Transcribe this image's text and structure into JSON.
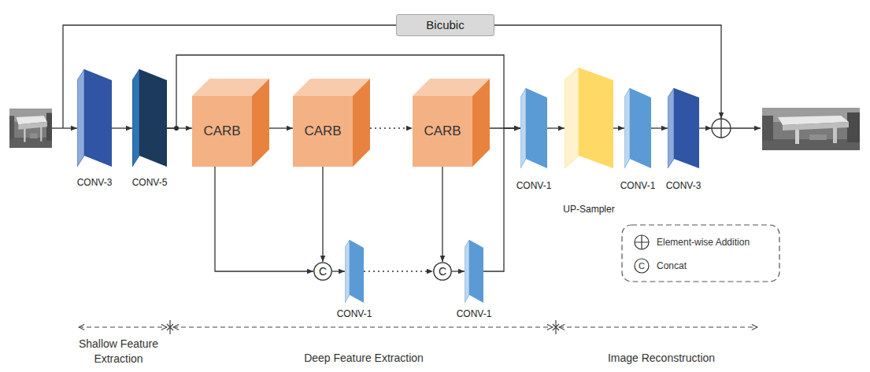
{
  "diagram": {
    "nodes": [
      {
        "text": [
          "Bicubic"
        ]
      },
      {
        "text": [
          "CONV-3"
        ]
      },
      {
        "text": [
          "CONV-5"
        ]
      },
      {
        "text": [
          "CARB"
        ]
      },
      {
        "text": [
          "CARB"
        ]
      },
      {
        "text": [
          "CARB"
        ]
      },
      {
        "text": [
          "C"
        ]
      },
      {
        "text": [
          "CONV-1"
        ]
      },
      {
        "text": [
          "C"
        ]
      },
      {
        "text": [
          "CONV-1"
        ]
      },
      {
        "text": [
          "CONV-1"
        ]
      },
      {
        "text": [
          "UP-Sampler"
        ]
      },
      {
        "text": [
          "CONV-1"
        ]
      },
      {
        "text": [
          "CONV-3"
        ]
      }
    ],
    "edges": [
      {
        "from": 1,
        "to": 2,
        "arrow": "to"
      },
      {
        "from": 2,
        "to": 3,
        "arrow": "to"
      },
      {
        "from": 3,
        "to": 4,
        "arrow": "to"
      },
      {
        "from": 4,
        "to": 5,
        "arrow": "to"
      },
      {
        "from": 5,
        "to": 10,
        "arrow": "to"
      },
      {
        "from": 2,
        "to": 10,
        "arrow": "to"
      },
      {
        "from": 3,
        "to": 6,
        "arrow": "to"
      },
      {
        "from": 4,
        "to": 6,
        "arrow": "to"
      },
      {
        "from": 6,
        "to": 7,
        "arrow": "to"
      },
      {
        "from": 7,
        "to": 8,
        "arrow": "to"
      },
      {
        "from": 5,
        "to": 8,
        "arrow": "to"
      },
      {
        "from": 8,
        "to": 9,
        "arrow": "to"
      },
      {
        "from": 9,
        "to": 10,
        "arrow": "to"
      },
      {
        "from": 10,
        "to": 11,
        "arrow": "to"
      },
      {
        "from": 11,
        "to": 12,
        "arrow": "to"
      },
      {
        "from": 12,
        "to": 13,
        "arrow": "to"
      }
    ],
    "labels": [
      "Shallow Feature Extraction",
      "Deep Feature Extraction",
      "Image Reconstruction",
      "C"
    ],
    "legend": [
      {
        "text": "Element-wise Addition"
      },
      {
        "text": "Concat"
      }
    ]
  }
}
